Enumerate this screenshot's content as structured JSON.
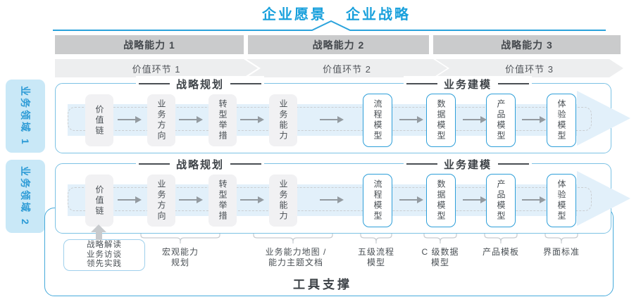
{
  "header": {
    "vision": "企业愿景",
    "strategy": "企业战略"
  },
  "capability_band": {
    "items": [
      "战略能力 1",
      "战略能力 2",
      "战略能力 3"
    ]
  },
  "value_band": {
    "items": [
      "价值环节 1",
      "价值环节 2",
      "价值环节 3"
    ]
  },
  "domains": {
    "items": [
      "业务领域 1",
      "业务领域 2"
    ]
  },
  "pipeline": {
    "planning_title": "战略规划",
    "modeling_title": "业务建模",
    "stages": [
      "价值链",
      "业务方向",
      "转型举措",
      "业务能力",
      "流程模型",
      "数据模型",
      "产品模型",
      "体验模型"
    ]
  },
  "annotations": {
    "practice_lines": [
      "战略解读",
      "业务访谈",
      "领先实践"
    ],
    "notes": [
      {
        "lines": [
          "宏观能力",
          "规划"
        ]
      },
      {
        "lines": [
          "业务能力地图 /",
          "能力主题文档"
        ]
      },
      {
        "lines": [
          "五级流程",
          "模型"
        ]
      },
      {
        "lines": [
          "C 级数据",
          "模型"
        ]
      },
      {
        "lines": [
          "产品模板"
        ]
      },
      {
        "lines": [
          "界面标准"
        ]
      }
    ]
  },
  "footer": {
    "tool_support": "工具支撑"
  },
  "colors": {
    "accent_blue": "#18A0DC",
    "panel_border": "#7CC2E4",
    "stage_border_blue": "#2E9FD9",
    "band_fill": "#E2F0FA",
    "gray_box": "#F1F1F3",
    "capability_band_fill": "#CACBCC",
    "value_band_fill": "#EDEEEF",
    "domain_fill": "#C9E8F7"
  }
}
